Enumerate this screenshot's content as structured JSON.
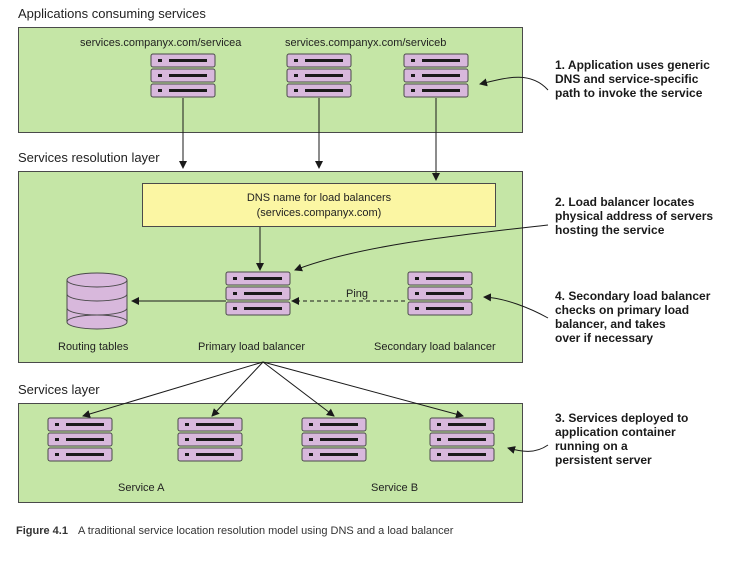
{
  "layers": {
    "applications": {
      "title": "Applications consuming services"
    },
    "resolution": {
      "title": "Services resolution layer"
    },
    "services": {
      "title": "Services layer"
    }
  },
  "urls": {
    "servicea": "services.companyx.com/servicea",
    "serviceb": "services.companyx.com/serviceb"
  },
  "dns": {
    "line1": "DNS name for load balancers",
    "line2": "(services.companyx.com)"
  },
  "labels": {
    "routing_tables": "Routing tables",
    "primary_lb": "Primary load balancer",
    "secondary_lb": "Secondary load balancer",
    "ping": "Ping",
    "service_a": "Service A",
    "service_b": "Service B"
  },
  "notes": {
    "note1": [
      "1. Application uses generic",
      "DNS and service-specific",
      "path to invoke the service"
    ],
    "note2": [
      "2. Load balancer locates",
      "physical address of servers",
      "hosting the service"
    ],
    "note4": [
      "4. Secondary load balancer",
      "checks on primary load",
      "balancer, and takes",
      "over if necessary"
    ],
    "note3": [
      "3. Services deployed to",
      "application container",
      "running on a",
      "persistent server"
    ]
  },
  "caption": {
    "number": "Figure 4.1",
    "text": "A traditional service location resolution model using DNS and a load balancer"
  },
  "colors": {
    "band": "#c5e6a6",
    "dns_box": "#fbf6a3",
    "server": "#d8b8dc",
    "database": "#d8b8dc",
    "outline": "#4a4a4a"
  }
}
